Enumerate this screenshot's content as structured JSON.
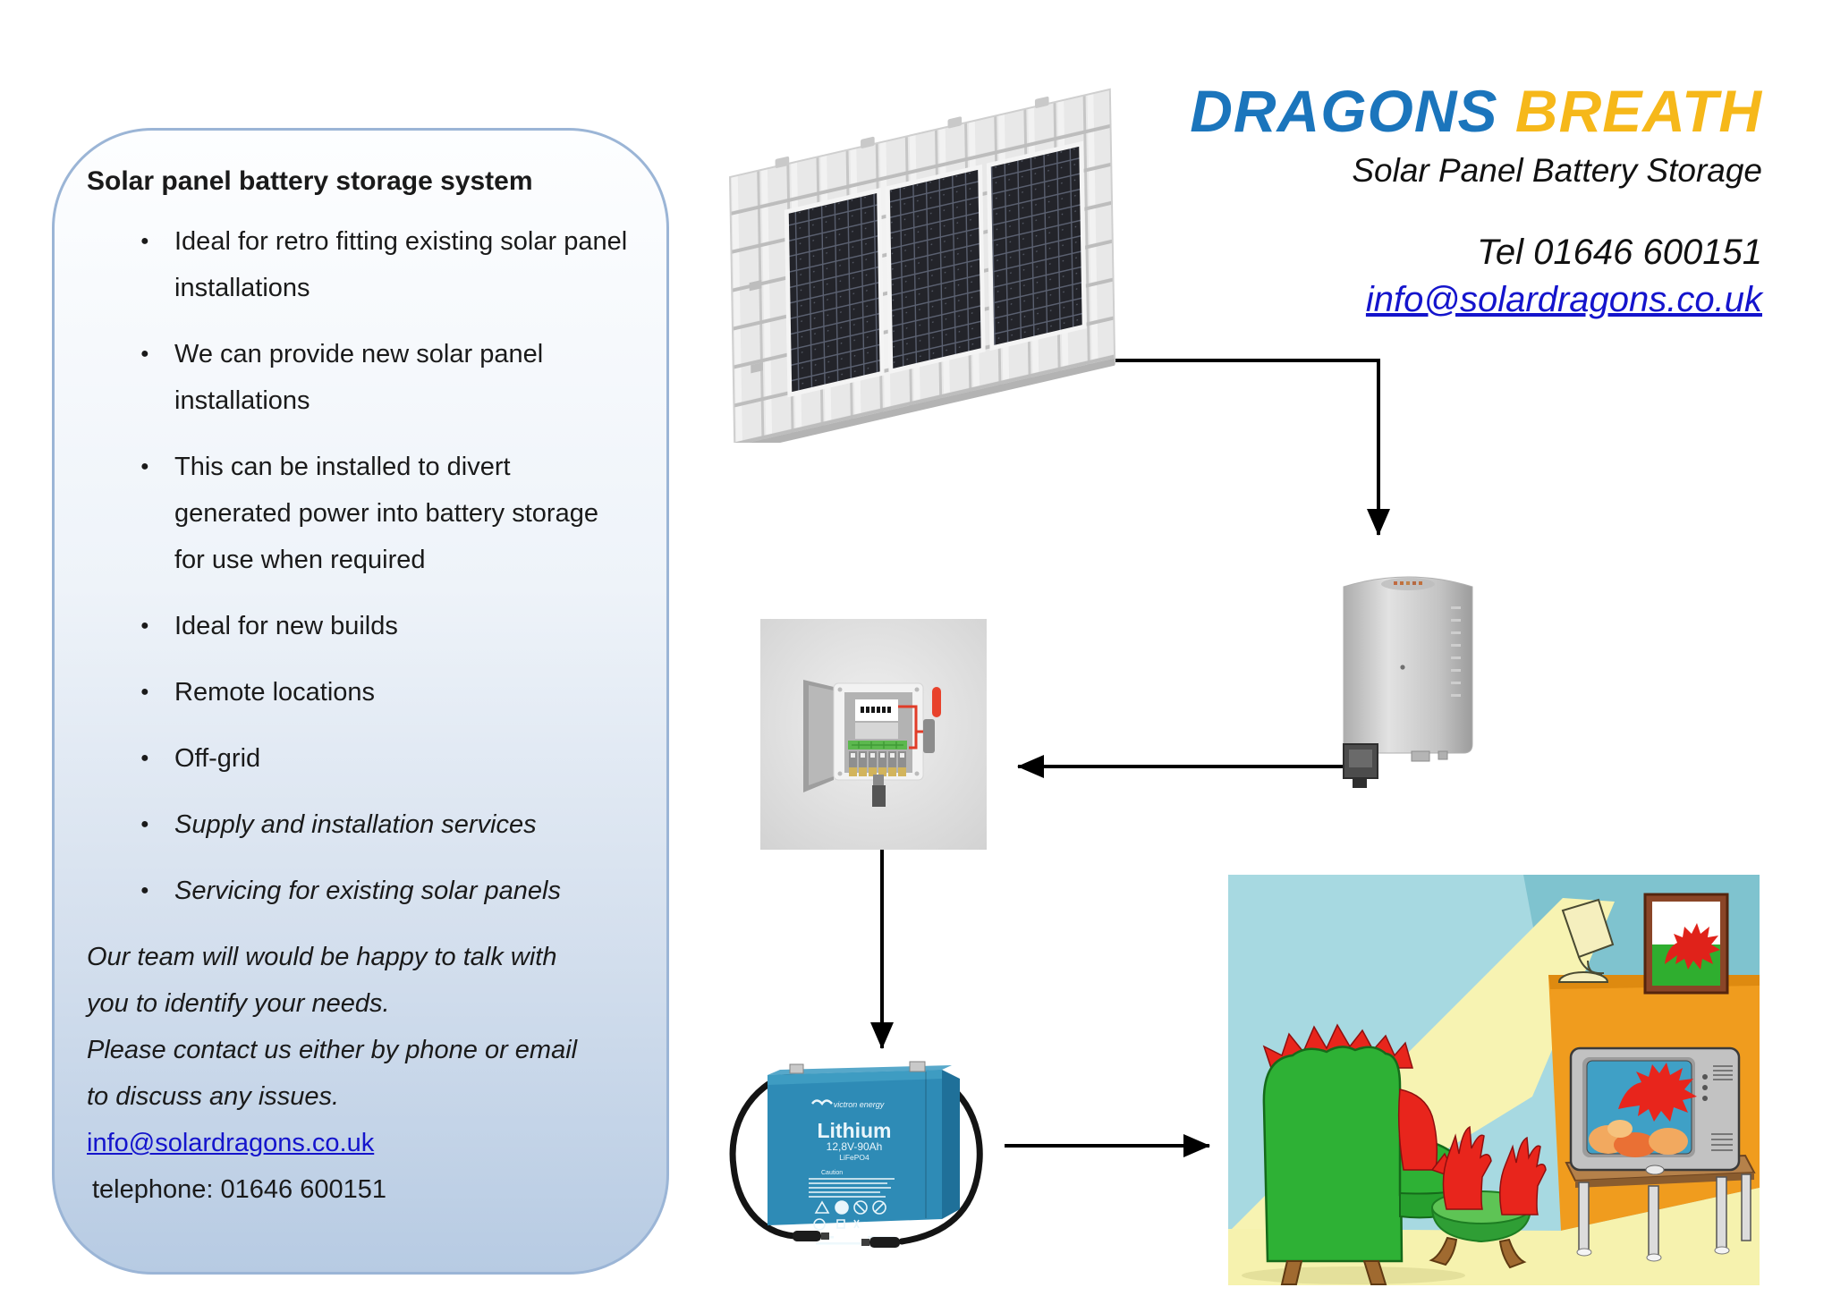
{
  "header": {
    "brand_primary": "DRAGONS",
    "brand_secondary": "BREATH",
    "subtitle": "Solar Panel Battery Storage",
    "tel": "Tel 01646 600151",
    "email": "info@solardragons.co.uk"
  },
  "info_panel": {
    "title": "Solar panel battery storage system",
    "bullets": [
      {
        "text": "Ideal for retro fitting existing solar panel installations",
        "italic": false
      },
      {
        "text": "We can provide new solar panel installations",
        "italic": false
      },
      {
        "text": "This can be installed to divert generated power into battery storage for use when required",
        "italic": false
      },
      {
        "text": "Ideal for new builds",
        "italic": false
      },
      {
        "text": "Remote locations",
        "italic": false
      },
      {
        "text": "Off-grid",
        "italic": false
      },
      {
        "text": "Supply and installation services",
        "italic": true
      },
      {
        "text": "Servicing for existing solar panels",
        "italic": true
      }
    ],
    "para1": "Our team will would be happy to talk with you to identify your needs.",
    "para2": "Please contact us either by phone or email to discuss any issues.",
    "email": "info@solardragons.co.uk",
    "telephone": "telephone: 01646 600151"
  },
  "diagram": {
    "flow": [
      "solar-panel-array",
      "inverter",
      "consumer-unit",
      "lithium-battery",
      "home-living-room"
    ],
    "battery": {
      "brand": "victron energy",
      "title": "Lithium",
      "spec": "12,8V-90Ah",
      "chem": "LiFePO4",
      "caution": "Caution"
    }
  },
  "colors": {
    "brand_blue": "#1b75bc",
    "brand_yellow": "#f6b81a",
    "link_blue": "#1414cc",
    "panel_border": "#9bb5d6",
    "panel_top": "#fdfeff",
    "panel_bottom": "#b7cbe3",
    "battery_blue": "#2e8bb6",
    "arrow": "#000000"
  }
}
